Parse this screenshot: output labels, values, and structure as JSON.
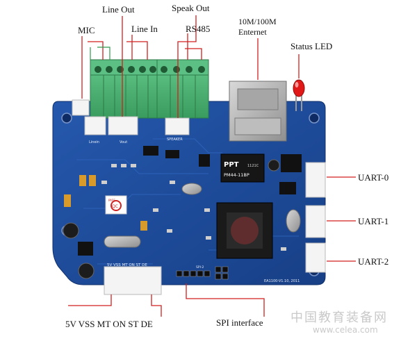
{
  "labels": {
    "line_out": "Line Out",
    "speak_out": "Speak Out",
    "mic": "MIC",
    "line_in": "Line In",
    "rs485": "RS485",
    "ethernet_line1": "10M/100M",
    "ethernet_line2": "Enternet",
    "status_led": "Status LED",
    "uart0": "UART-0",
    "uart1": "UART-1",
    "uart2": "UART-2",
    "power_pins": "5V VSS MT ON ST DE",
    "spi_interface": "SPI interface"
  },
  "board_silkscreen": {
    "linein": "Linein",
    "vout": "Vout",
    "speaker": "SPEAKER",
    "ppt": "PPT",
    "chip_code": "PM44-11BP",
    "chip_small": "1121C",
    "pass_sticker": "PASS",
    "qc_sticker": "QC",
    "header_pins": "5V VSS MT ON ST DE",
    "spi_label": "SPI-2",
    "board_id": "EA1100-V1.10, 2011"
  },
  "watermark": {
    "cn_text": "中国教育装备网",
    "url": "www.celea.com"
  },
  "colors": {
    "pcb": "#1d4fa0",
    "pcb_dark": "#163f84",
    "terminal_green": "#4fb874",
    "callout_line": "#d21f1f",
    "led_red": "#e01818"
  }
}
